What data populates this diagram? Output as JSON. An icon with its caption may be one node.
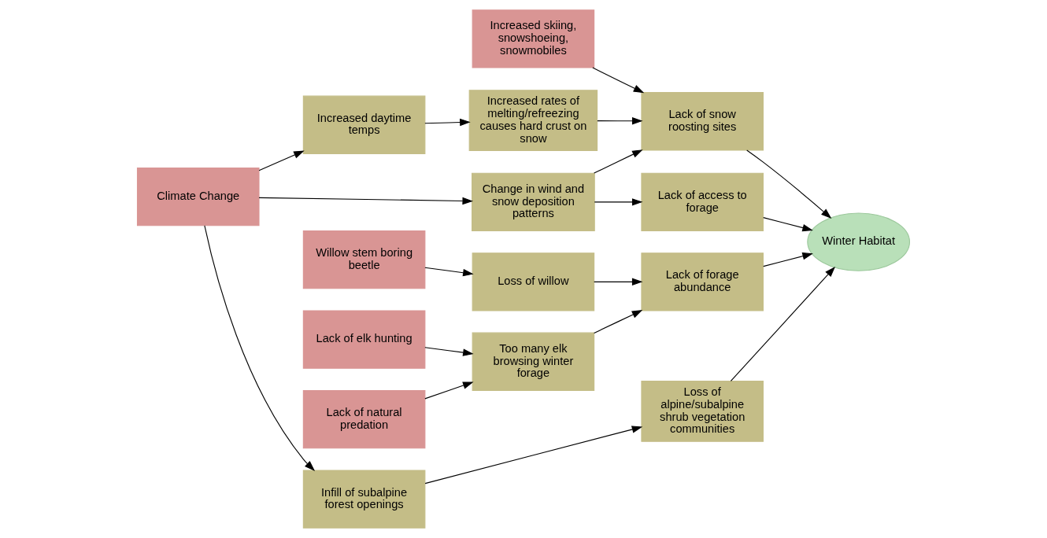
{
  "diagram": {
    "nodes": [
      {
        "text": [
          "Lack of natural predation"
        ]
      },
      {
        "text": [
          "Lack of elk hunting"
        ]
      },
      {
        "text": [
          "Too many elk browsing winter forage"
        ]
      },
      {
        "text": [
          "Lack of forage abundance"
        ]
      },
      {
        "text": [
          "Willow stem boring beetle"
        ]
      },
      {
        "text": [
          "Loss of willow"
        ]
      },
      {
        "text": [
          "Increased skiing, snowshoeing, snowmobiles"
        ]
      },
      {
        "text": [
          "Lack of snow roosting sites"
        ]
      },
      {
        "text": [
          "Increased daytime temps"
        ]
      },
      {
        "text": [
          "Increased rates of melting/refreezing causes hard crust on snow"
        ]
      },
      {
        "text": [
          "Winter Habitat"
        ]
      },
      {
        "text": [
          "Lack of access to forage"
        ]
      },
      {
        "text": [
          "Climate Change"
        ]
      },
      {
        "text": [
          "Change in wind and snow deposition patterns"
        ]
      },
      {
        "text": [
          "Infill of subalpine forest openings"
        ]
      },
      {
        "text": [
          "Loss of alpine/subalpine shrub vegetation communities"
        ]
      }
    ],
    "edges": [
      {
        "from": 0,
        "to": 2,
        "arrow": "to"
      },
      {
        "from": 1,
        "to": 2,
        "arrow": "to"
      },
      {
        "from": 2,
        "to": 3,
        "arrow": "to"
      },
      {
        "from": 4,
        "to": 5,
        "arrow": "to"
      },
      {
        "from": 5,
        "to": 3,
        "arrow": "to"
      },
      {
        "from": 3,
        "to": 10,
        "arrow": "to"
      },
      {
        "from": 6,
        "to": 7,
        "arrow": "to"
      },
      {
        "from": 9,
        "to": 7,
        "arrow": "to"
      },
      {
        "from": 7,
        "to": 10,
        "arrow": "to"
      },
      {
        "from": 8,
        "to": 9,
        "arrow": "to"
      },
      {
        "from": 12,
        "to": 8,
        "arrow": "to"
      },
      {
        "from": 12,
        "to": 13,
        "arrow": "to"
      },
      {
        "from": 12,
        "to": 14,
        "arrow": "to"
      },
      {
        "from": 13,
        "to": 7,
        "arrow": "to"
      },
      {
        "from": 13,
        "to": 11,
        "arrow": "to"
      },
      {
        "from": 11,
        "to": 10,
        "arrow": "to"
      },
      {
        "from": 14,
        "to": 15,
        "arrow": "to"
      },
      {
        "from": 15,
        "to": 10,
        "arrow": "to"
      }
    ]
  }
}
